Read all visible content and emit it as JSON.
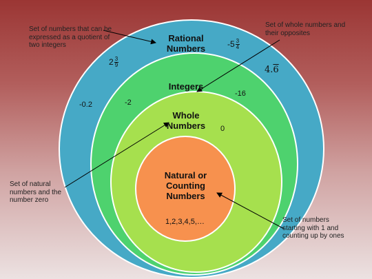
{
  "sets": {
    "rational": {
      "title_line1": "Rational",
      "title_line2": "Numbers"
    },
    "integers": {
      "title": "Integers"
    },
    "whole": {
      "title_line1": "Whole",
      "title_line2": "Numbers"
    },
    "natural": {
      "title_line1": "Natural  or",
      "title_line2": "Counting",
      "title_line3": "Numbers",
      "examples": "1,2,3,4,5,…"
    }
  },
  "examples": {
    "neg_decimal": "-0.2",
    "mixed_whole": "2",
    "mixed_num": "3",
    "mixed_den": "9",
    "neg_mixed_whole": "-5",
    "neg_mixed_num": "3",
    "neg_mixed_den": "4",
    "repeating_int": "4.",
    "repeating_digit": "6",
    "neg_two": "-2",
    "neg_sixteen": "-16",
    "zero": "0"
  },
  "annotations": {
    "rational": [
      "Set of numbers that can be",
      "expressed as a quotient of",
      "two integers"
    ],
    "integers": [
      "Set of  whole numbers and",
      "their opposites"
    ],
    "whole": [
      "Set of  natural",
      "numbers  and the",
      "number zero"
    ],
    "natural": [
      "Set of  numbers",
      "starting with 1 and",
      "counting up by ones"
    ]
  },
  "colors": {
    "rational": "#46a9c6",
    "integers": "#4ed26e",
    "whole": "#a6e04e",
    "natural": "#f7914e",
    "ring_outline": "#ffffff"
  }
}
